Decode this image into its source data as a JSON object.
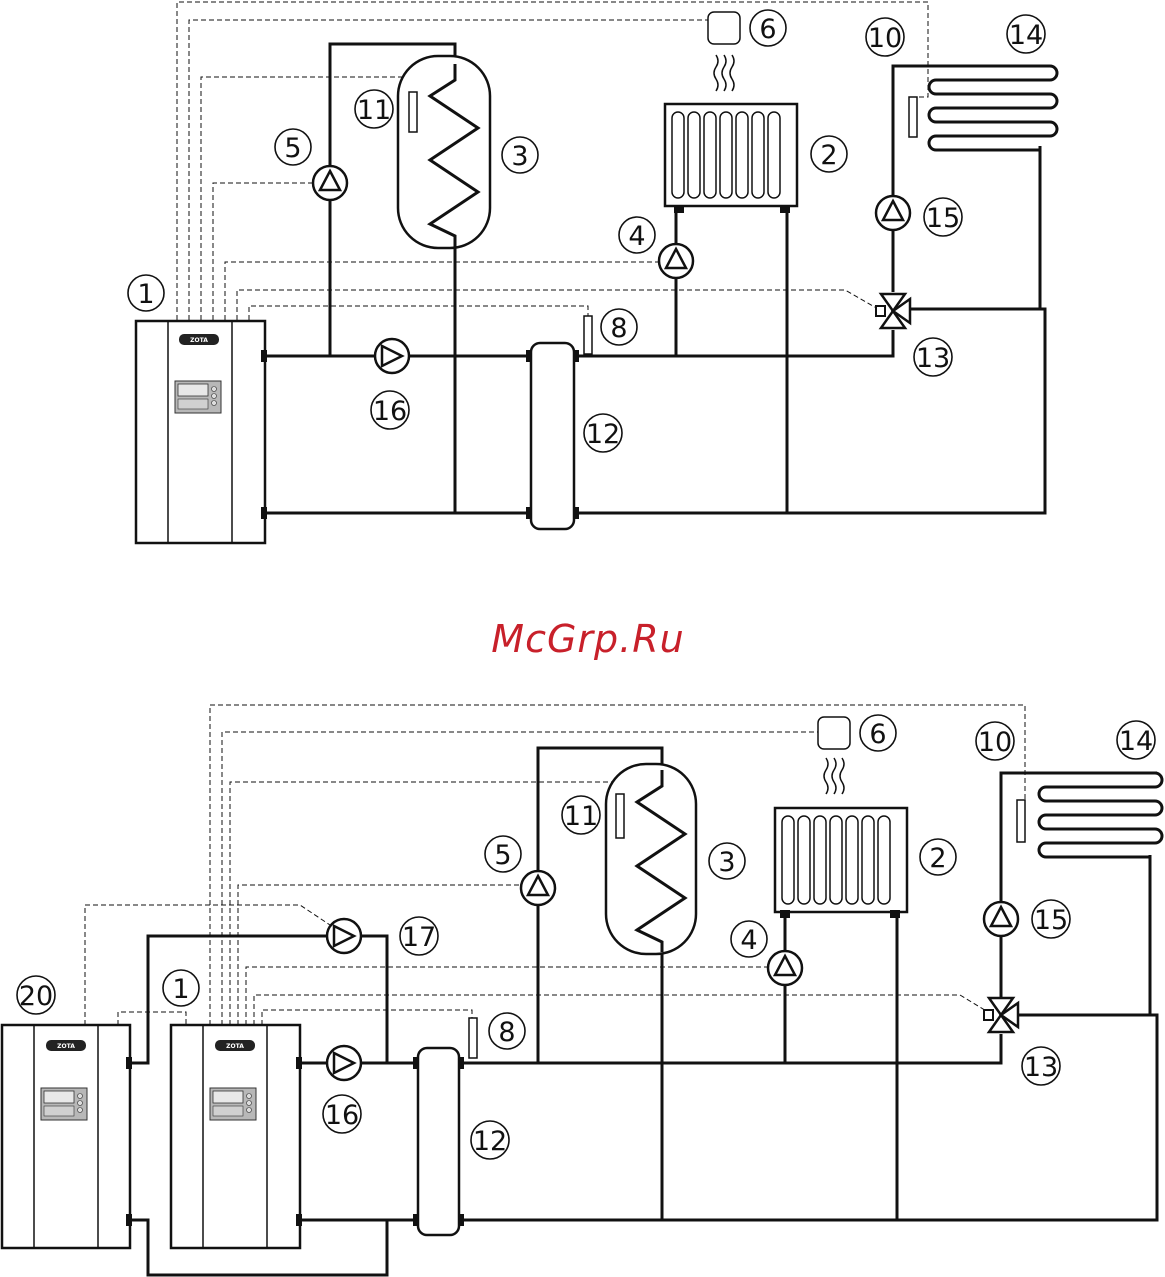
{
  "watermark": "McGrp.Ru",
  "brand_logo": "ZOTA",
  "scheme_top": {
    "labels": {
      "boiler": "1",
      "radiator": "2",
      "water_heater": "3",
      "pump_radiator": "4",
      "pump_water_heater": "5",
      "room_sensor": "6",
      "flow_sensor": "8",
      "floor_sensor": "10",
      "tank_sensor": "11",
      "hydro_separator": "12",
      "three_way_valve": "13",
      "floor_heating": "14",
      "pump_floor": "15",
      "pump_boiler": "16"
    }
  },
  "scheme_bottom": {
    "labels": {
      "boiler": "1",
      "radiator": "2",
      "water_heater": "3",
      "pump_radiator": "4",
      "pump_water_heater": "5",
      "room_sensor": "6",
      "flow_sensor": "8",
      "floor_sensor": "10",
      "tank_sensor": "11",
      "hydro_separator": "12",
      "three_way_valve": "13",
      "floor_heating": "14",
      "pump_floor": "15",
      "pump_boiler": "16",
      "pump_second_boiler": "17",
      "second_boiler": "20"
    }
  }
}
